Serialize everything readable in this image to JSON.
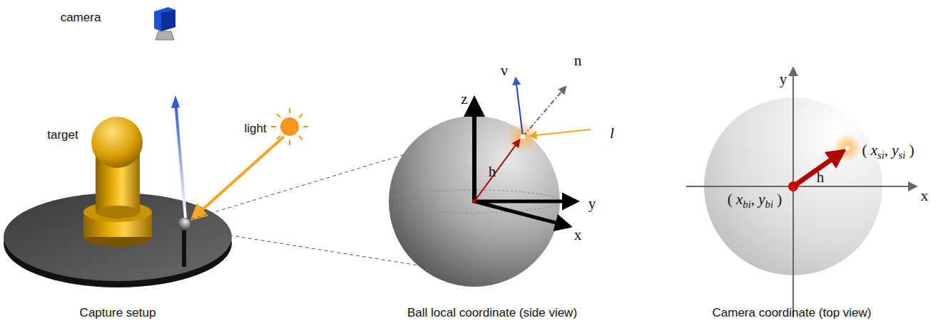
{
  "diagram": {
    "labels": [
      "camera",
      "target",
      "light",
      "Capture setup",
      "z",
      "y",
      "x",
      "v",
      "n",
      "l",
      "h",
      "Ball local coordinate (side view)",
      "y",
      "x",
      "h",
      "( xsi, ysi )",
      "( xbi, ybi )",
      "Camera coordinate (top view)"
    ]
  }
}
